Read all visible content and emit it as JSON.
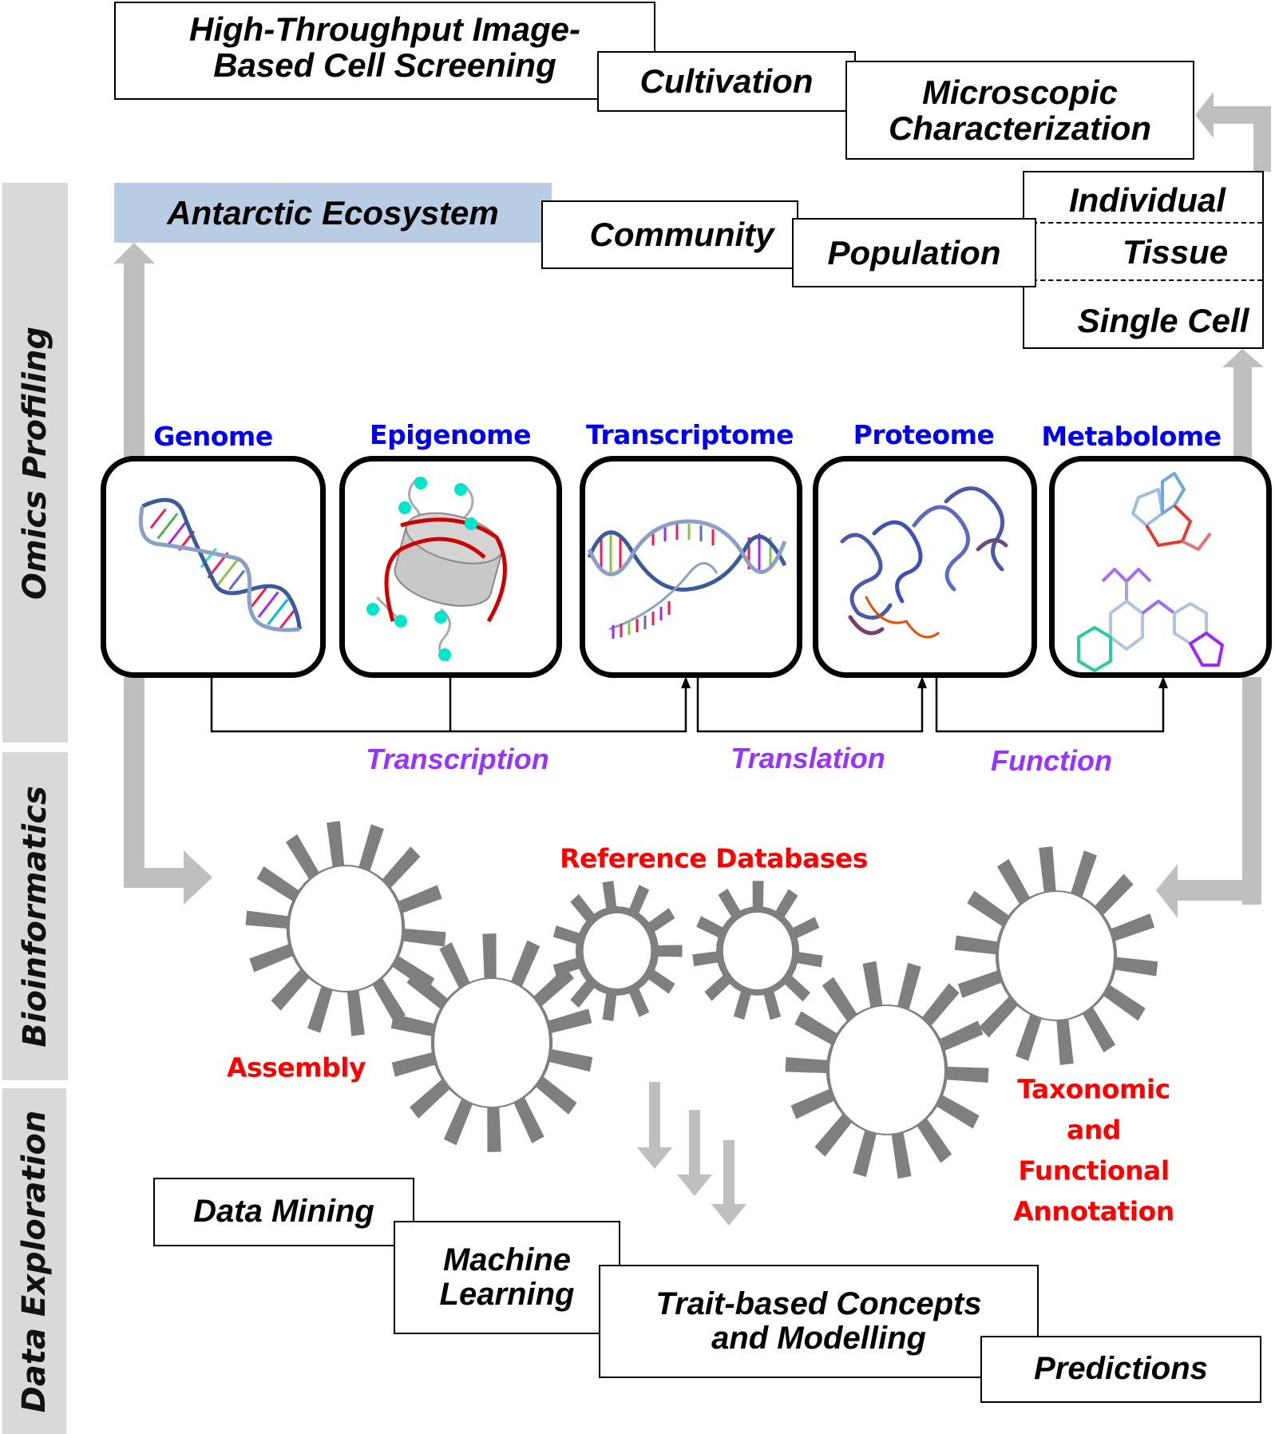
{
  "sidebar": {
    "bands": [
      {
        "label": "Omics Profiling"
      },
      {
        "label": "Bioinformatics"
      },
      {
        "label": "Data Exploration"
      }
    ]
  },
  "top_boxes": {
    "high_throughput": "High-Throughput Image-\nBased Cell Screening",
    "cultivation": "Cultivation",
    "microscopic": "Microscopic\nCharacterization"
  },
  "scale_boxes": {
    "ecosystem": "Antarctic Ecosystem",
    "community": "Community",
    "population": "Population",
    "individual": "Individual",
    "tissue": "Tissue",
    "single_cell": "Single Cell"
  },
  "omics": [
    {
      "label": "Genome",
      "icon": "dna-double-helix-icon"
    },
    {
      "label": "Epigenome",
      "icon": "nucleosome-histone-icon"
    },
    {
      "label": "Transcriptome",
      "icon": "dna-transcription-icon"
    },
    {
      "label": "Proteome",
      "icon": "protein-ribbon-structure-icon"
    },
    {
      "label": "Metabolome",
      "icon": "metabolite-molecule-icon"
    }
  ],
  "processes": {
    "transcription": "Transcription",
    "translation": "Translation",
    "function": "Function"
  },
  "bioinformatics": {
    "reference_databases": "Reference Databases",
    "assembly": "Assembly",
    "annotation": "Taxonomic and\nFunctional Annotation"
  },
  "exploration": {
    "data_mining": "Data Mining",
    "machine_learning": "Machine\nLearning",
    "trait_based": "Trait-based Concepts\nand Modelling",
    "predictions": "Predictions"
  },
  "colors": {
    "omics_label": "#0000ee",
    "process_label": "#9933ff",
    "bioinformatics_label": "#ff0000",
    "gear": "#7f7f7f",
    "flow_arrow": "#bfbfbf",
    "band": "#d9d9d9",
    "ecosystem_fill": "#b8cce4"
  }
}
